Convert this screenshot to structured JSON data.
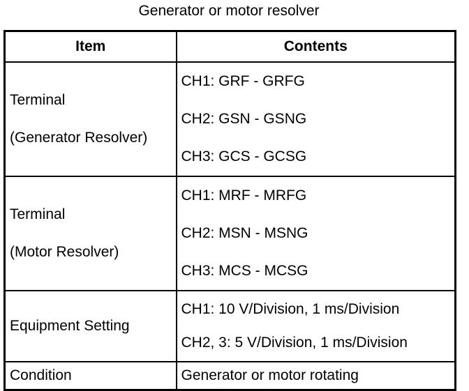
{
  "caption": "Generator or motor resolver",
  "table": {
    "headers": [
      "Item",
      "Contents"
    ],
    "rows": [
      {
        "item": [
          "Terminal",
          "(Generator Resolver)"
        ],
        "contents": [
          "CH1: GRF - GRFG",
          "CH2: GSN - GSNG",
          "CH3: GCS - GCSG"
        ]
      },
      {
        "item": [
          "Terminal",
          "(Motor Resolver)"
        ],
        "contents": [
          "CH1: MRF - MRFG",
          "CH2: MSN - MSNG",
          "CH3: MCS - MCSG"
        ]
      },
      {
        "item": [
          "Equipment Setting"
        ],
        "contents": [
          "CH1: 10 V/Division, 1 ms/Division",
          "CH2, 3: 5 V/Division, 1 ms/Division"
        ]
      },
      {
        "item": [
          "Condition"
        ],
        "contents": [
          "Generator or motor rotating"
        ]
      }
    ]
  }
}
